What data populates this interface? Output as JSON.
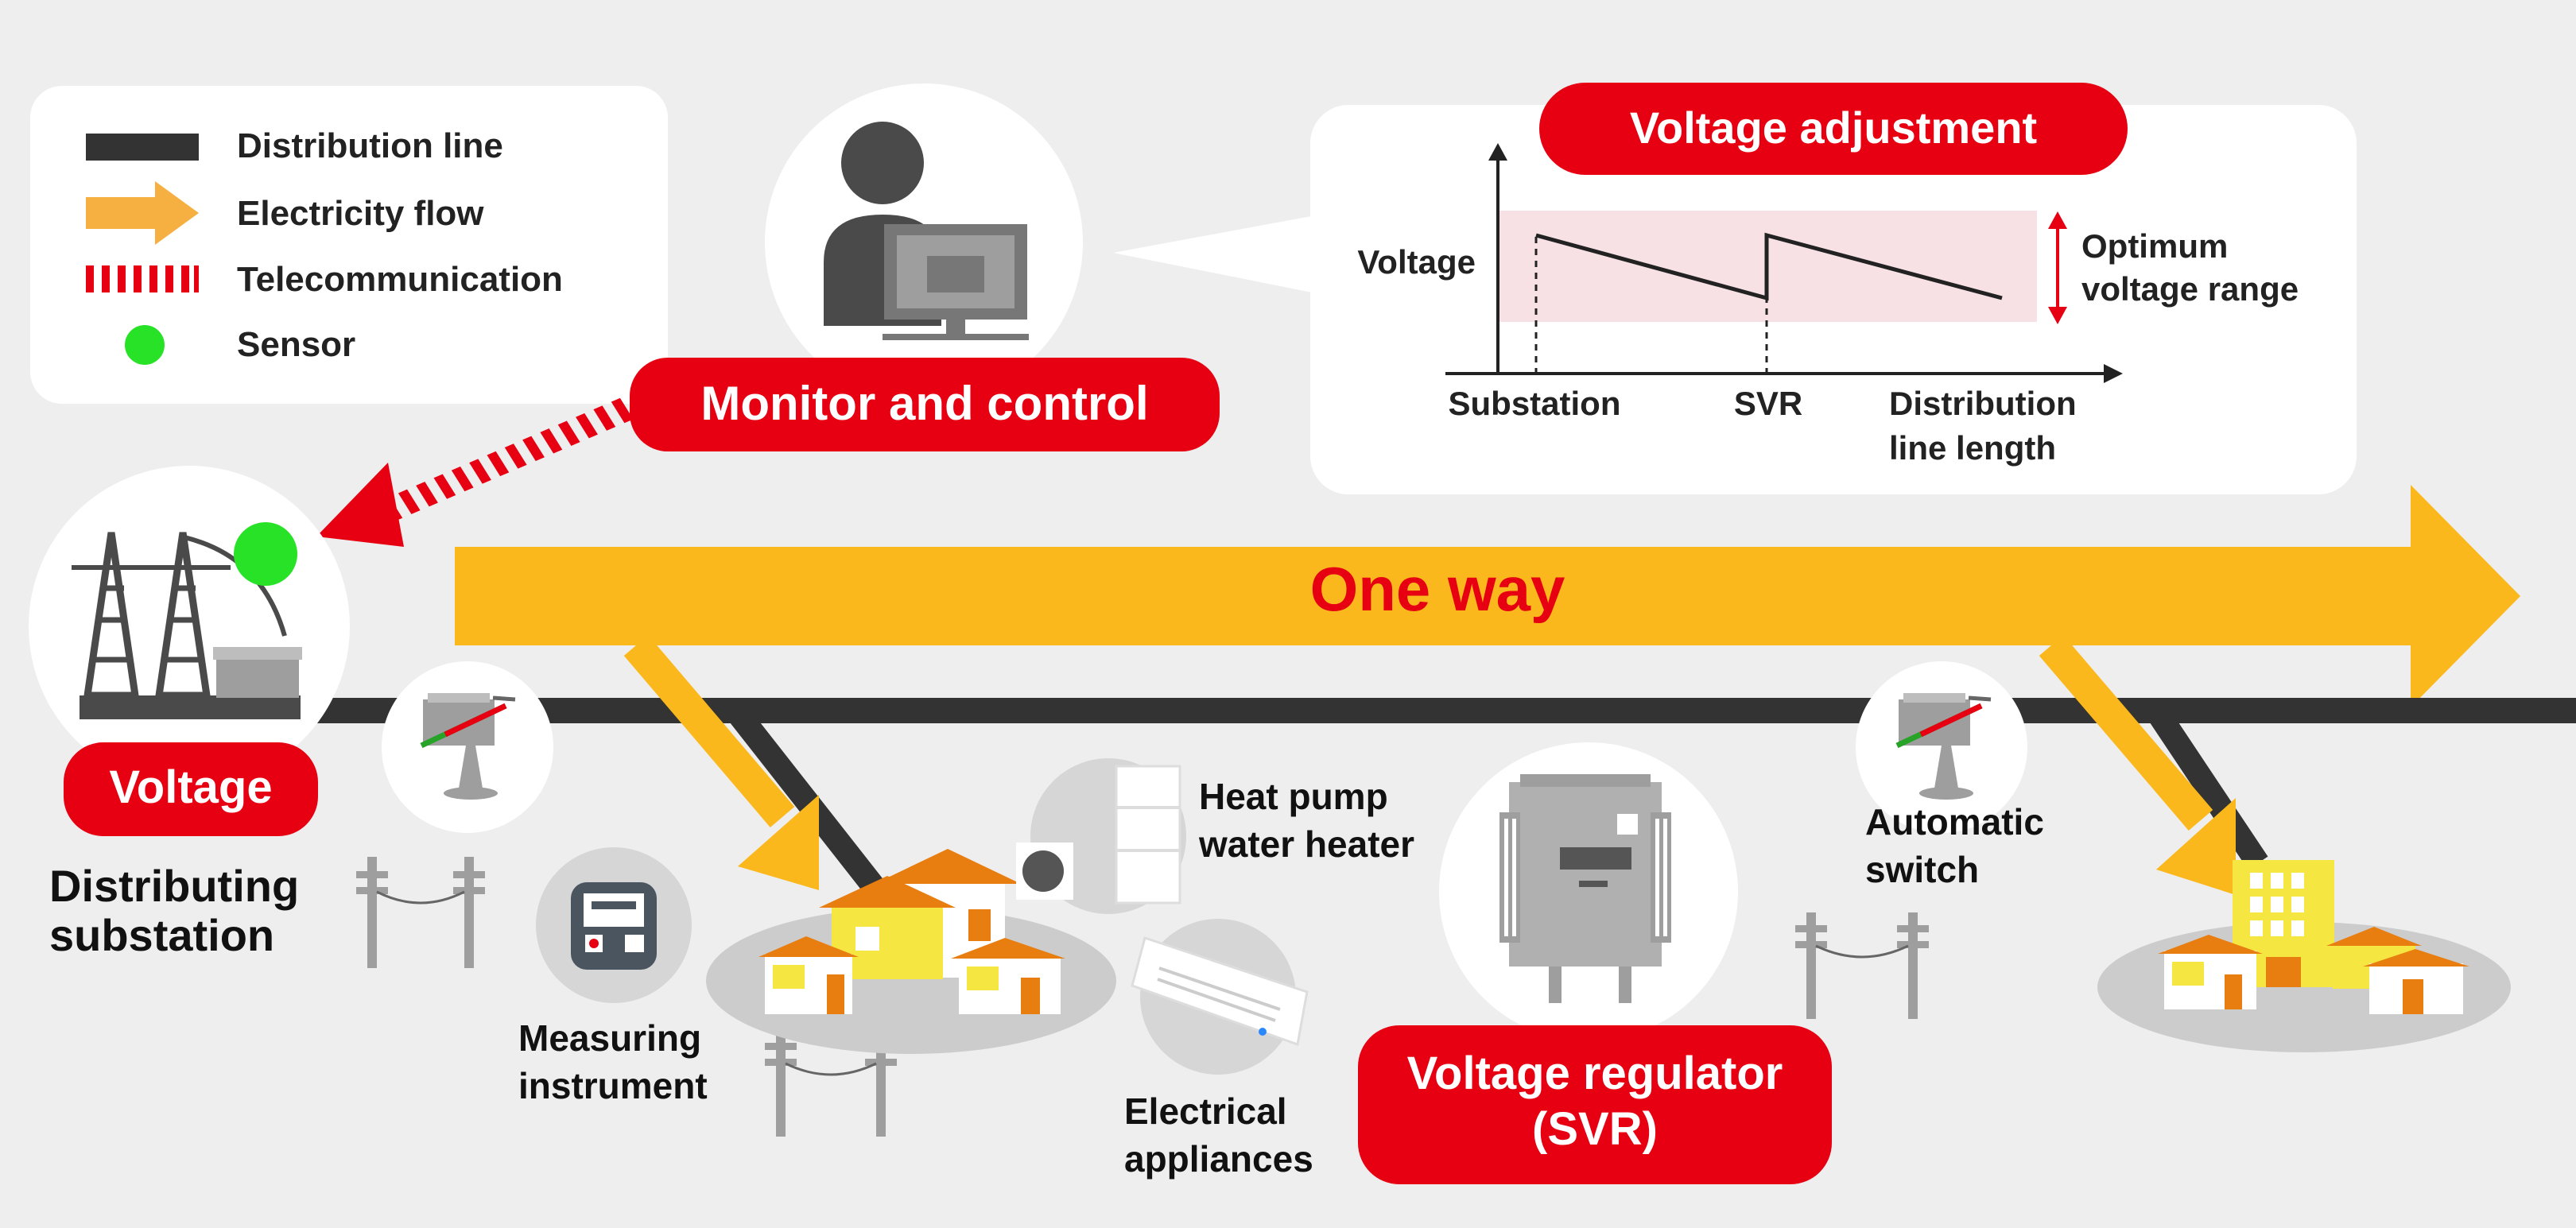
{
  "legend": {
    "items": [
      {
        "label": "Distribution line",
        "symbol": "line-swatch"
      },
      {
        "label": "Electricity flow",
        "symbol": "arrow-swatch"
      },
      {
        "label": "Telecommunication",
        "symbol": "dashed-swatch"
      },
      {
        "label": "Sensor",
        "symbol": "sensor-dot"
      }
    ]
  },
  "labels": {
    "monitor": "Monitor and control",
    "one_way": "One way",
    "voltage": "Voltage",
    "substation_line1": "Distributing",
    "substation_line2": "substation",
    "measuring_line1": "Measuring",
    "measuring_line2": "instrument",
    "heatpump_line1": "Heat pump",
    "heatpump_line2": "water heater",
    "appliances_line1": "Electrical",
    "appliances_line2": "appliances",
    "svr_line1": "Voltage regulator",
    "svr_line2": "(SVR)",
    "switch_line1": "Automatic",
    "switch_line2": "switch"
  },
  "chart": {
    "title": "Voltage adjustment",
    "ylabel": "Voltage",
    "x_ticks": [
      "Substation",
      "SVR"
    ],
    "xlabel_line1": "Distribution",
    "xlabel_line2": "line length",
    "range_line1": "Optimum",
    "range_line2": "voltage range"
  },
  "colors": {
    "red": "#e60012",
    "yellow": "#fbb81d",
    "dark": "#333333",
    "sensor": "#27e227",
    "band": "#f7e1e4",
    "panel": "#ffffff"
  }
}
